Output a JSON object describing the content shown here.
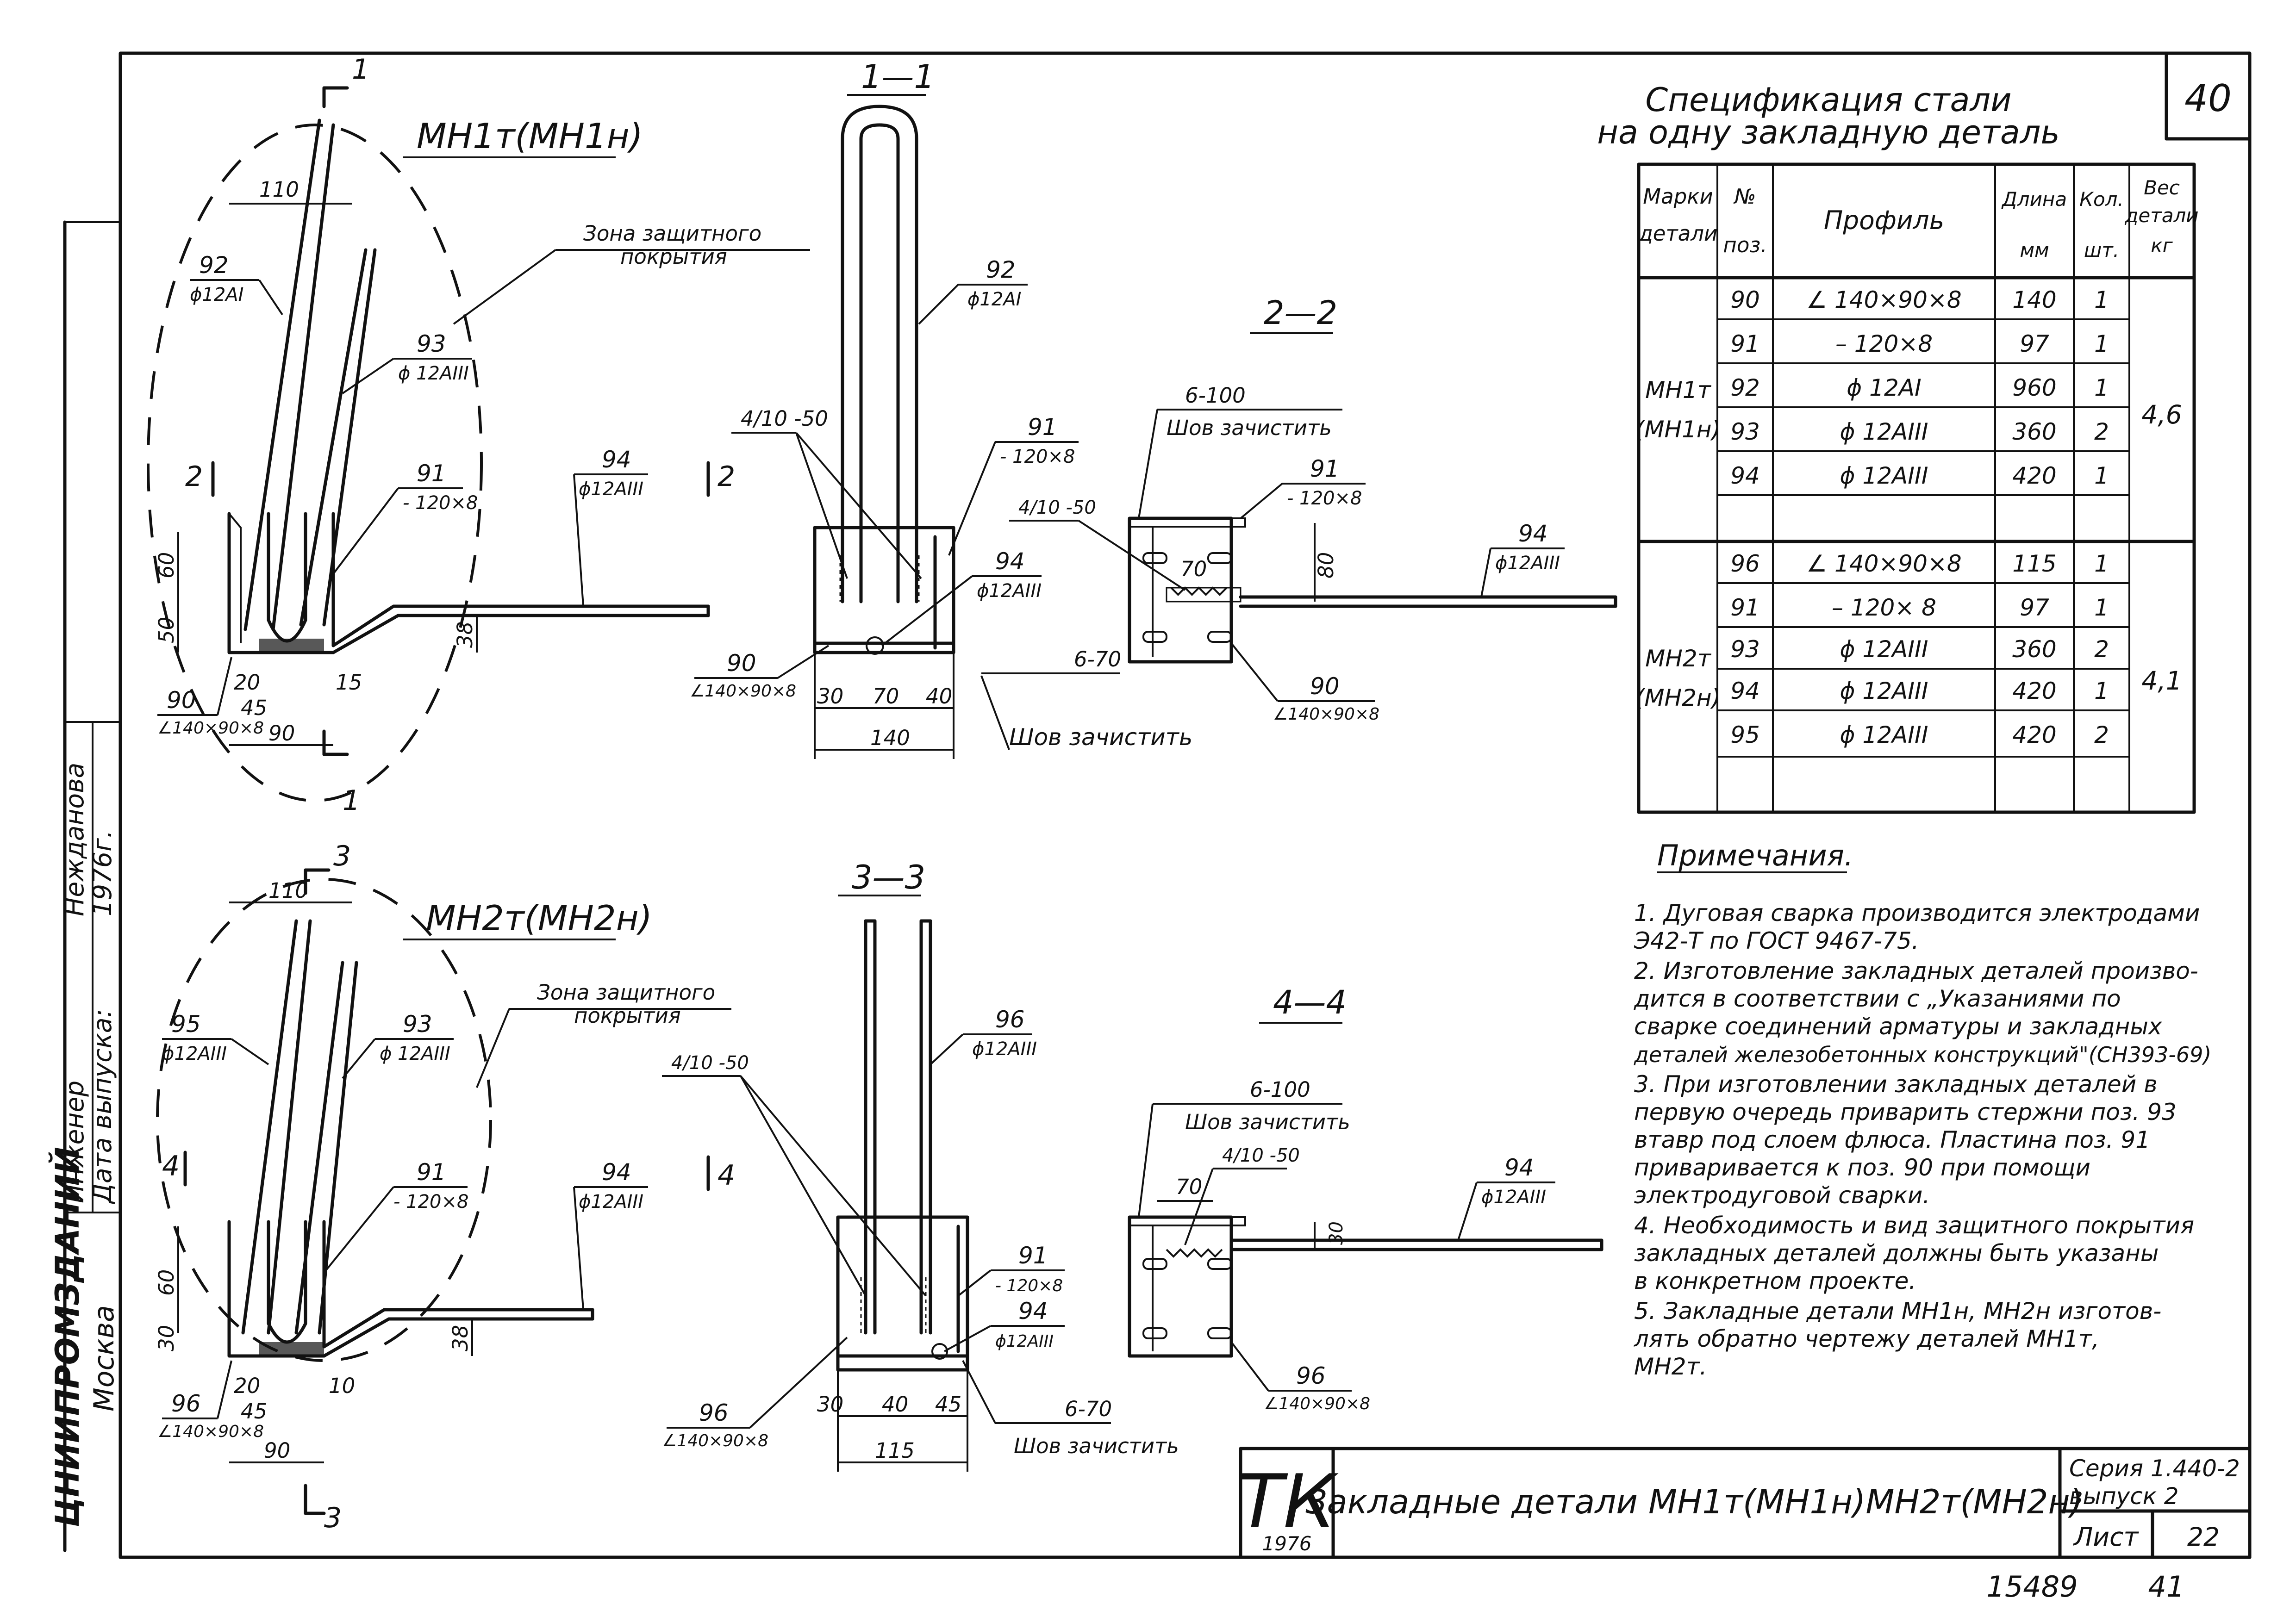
{
  "page_number": "40",
  "spec": {
    "title_line1": "Спецификация стали",
    "title_line2": "на одну закладную деталь",
    "headers": {
      "mark": [
        "Марки",
        "детали"
      ],
      "pos": [
        "№",
        "поз."
      ],
      "profile": "Профиль",
      "length": [
        "Длина",
        "мм"
      ],
      "qty": [
        "Кол.",
        "шт."
      ],
      "weight": [
        "Вес",
        "детали",
        "кг"
      ]
    },
    "group1": {
      "mark": [
        "МН1т",
        "(МН1н)"
      ],
      "weight": "4,6",
      "rows": [
        {
          "pos": "90",
          "profile": "∠ 140×90×8",
          "length": "140",
          "qty": "1"
        },
        {
          "pos": "91",
          "profile": "– 120×8",
          "length": "97",
          "qty": "1"
        },
        {
          "pos": "92",
          "profile": "ϕ 12АI",
          "length": "960",
          "qty": "1"
        },
        {
          "pos": "93",
          "profile": "ϕ 12АIII",
          "length": "360",
          "qty": "2"
        },
        {
          "pos": "94",
          "profile": "ϕ 12АIII",
          "length": "420",
          "qty": "1"
        }
      ]
    },
    "group2": {
      "mark": [
        "МН2т",
        "(МН2н)"
      ],
      "weight": "4,1",
      "rows": [
        {
          "pos": "96",
          "profile": "∠ 140×90×8",
          "length": "115",
          "qty": "1"
        },
        {
          "pos": "91",
          "profile": "– 120× 8",
          "length": "97",
          "qty": "1"
        },
        {
          "pos": "93",
          "profile": "ϕ 12АIII",
          "length": "360",
          "qty": "2"
        },
        {
          "pos": "94",
          "profile": "ϕ 12АIII",
          "length": "420",
          "qty": "1"
        },
        {
          "pos": "95",
          "profile": "ϕ 12АIII",
          "length": "420",
          "qty": "2"
        }
      ]
    }
  },
  "notes": {
    "title": "Примечания.",
    "lines": [
      "1. Дуговая сварка производится электродами",
      "    Э42-Т по ГОСТ 9467-75.",
      "2. Изготовление закладных деталей произво-",
      "    дится в соответствии с „Указаниями по",
      "    сварке соединений арматуры и закладных",
      "    деталей железобетонных конструкций\"(СН393-69)",
      "3. При изготовлении закладных деталей в",
      "    первую очередь приварить стержни поз. 93",
      "    втавр под слоем флюса. Пластина поз. 91",
      "    приваривается к поз. 90 при помощи",
      "    электродуговой сварки.",
      "4. Необходимость и вид защитного покрытия",
      "    закладных деталей должны быть указаны",
      "    в конкретном проекте.",
      "5. Закладные детали МН1н, МН2н изготов-",
      "    лять обратно чертежу деталей МН1т,",
      "    МН2т."
    ]
  },
  "title_block": {
    "logo": "ТК",
    "year": "1976",
    "title": "Закладные детали МН1т(МН1н)МН2т(МН2н)",
    "series": "Серия 1.440-2",
    "issue": "выпуск 2",
    "sheet_label": "Лист",
    "sheet_no": "22"
  },
  "bottom": {
    "left": "15489",
    "right": "41"
  },
  "side_stamp": {
    "org": "ЦНИИПРОМЗДАНИЙ",
    "city": "Москва",
    "roles": [
      "Инженер",
      "Дата выпуска:"
    ],
    "names": [
      "Нежданова",
      "1976г."
    ]
  },
  "views": {
    "v1_title": "МН1т(МН1н)",
    "v2_title": "МН2т(МН2н)",
    "sec_11": "1—1",
    "sec_22": "2—2",
    "sec_33": "3—3",
    "sec_44": "4—4",
    "cut1": "1",
    "cut2": "2",
    "cut3": "3",
    "cut4": "4",
    "zone1": [
      "Зона защитного",
      "покрытия"
    ],
    "zone2": [
      "Зона защитного",
      "покрытия"
    ],
    "weld_clean": "Шов зачистить",
    "weld_6_100": "6-100",
    "weld_6_70": "6-70",
    "weld_4_10_50": "4/10 -50",
    "labels": {
      "p92": "92",
      "p92s": "ϕ12АI",
      "p93": "93",
      "p93s": "ϕ 12АIII",
      "p91": "91",
      "p91s": "- 120×8",
      "p94": "94",
      "p94s": "ϕ12АIII",
      "p90": "90",
      "p90s": "∠140×90×8",
      "p95": "95",
      "p95s": "ϕ12АIII",
      "p96": "96",
      "p96s": "∠140×90×8"
    },
    "dims": {
      "d110": "110",
      "d60": "60",
      "d50": "50",
      "d20": "20",
      "d45": "45",
      "d15": "15",
      "d90": "90",
      "d38": "38",
      "d30": "30",
      "d70": "70",
      "d40": "40",
      "d140": "140",
      "d80": "80",
      "d10": "10",
      "d115": "115"
    }
  }
}
